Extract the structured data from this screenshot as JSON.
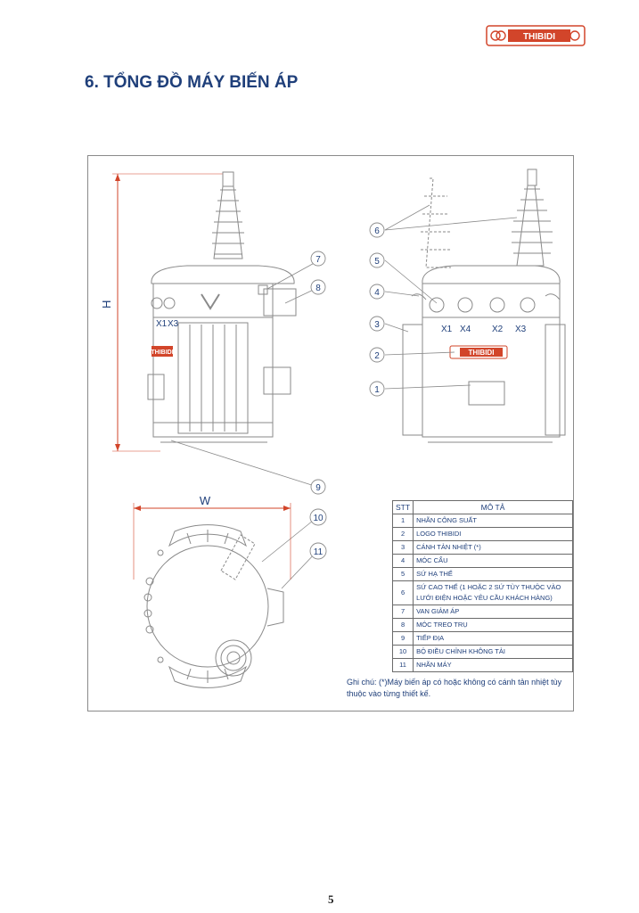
{
  "brand": {
    "name": "THIBIDI",
    "color": "#d2452a"
  },
  "title": "6.  TỔNG ĐỒ MÁY BIẾN ÁP",
  "dimensions": {
    "height": "H",
    "width": "W"
  },
  "terminals": {
    "front_left": [
      "X1",
      "X3"
    ],
    "side": [
      "X1",
      "X4",
      "X2",
      "X3"
    ]
  },
  "callouts": [
    "1",
    "2",
    "3",
    "4",
    "5",
    "6",
    "7",
    "8",
    "9",
    "10",
    "11"
  ],
  "table": {
    "header": {
      "no": "STT",
      "desc": "MÔ TẢ"
    },
    "rows": [
      {
        "no": "1",
        "desc": "NHÃN CÔNG SUẤT"
      },
      {
        "no": "2",
        "desc": "LOGO THIBIDI"
      },
      {
        "no": "3",
        "desc": "CÁNH TẢN NHIỆT (*)"
      },
      {
        "no": "4",
        "desc": "MÓC CẨU"
      },
      {
        "no": "5",
        "desc": "SỨ HẠ THẾ"
      },
      {
        "no": "6",
        "desc": "SỨ CAO THẾ (1 HOẶC 2 SỨ TÙY THUỘC VÀO LƯỚI ĐIỆN HOẶC YÊU CẦU KHÁCH HÀNG)"
      },
      {
        "no": "7",
        "desc": "VAN GIẢM ÁP"
      },
      {
        "no": "8",
        "desc": "MÓC TREO TRỤ"
      },
      {
        "no": "9",
        "desc": "TIẾP ĐỊA"
      },
      {
        "no": "10",
        "desc": "BỘ ĐIỀU CHỈNH KHÔNG TẢI"
      },
      {
        "no": "11",
        "desc": "NHÃN MÁY"
      }
    ]
  },
  "note": "Ghi chú: (*)Máy biến áp có hoặc không có cánh tản nhiệt tùy thuộc vào từng thiết kế.",
  "page_number": "5"
}
